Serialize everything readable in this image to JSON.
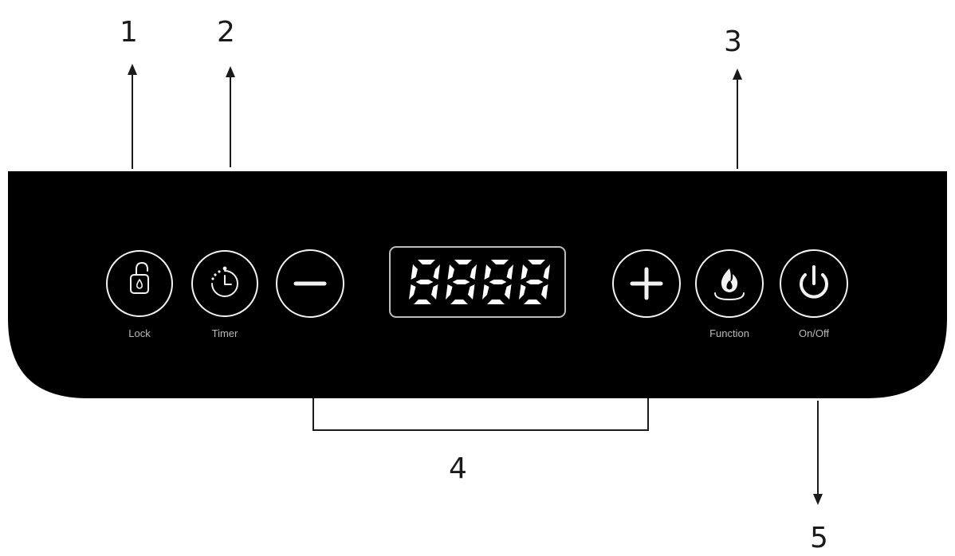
{
  "callouts": [
    "1",
    "2",
    "3",
    "4",
    "5"
  ],
  "panel": {
    "color": "#000000",
    "buttons": {
      "lock": {
        "label": "Lock",
        "icon": "unlock-icon"
      },
      "timer": {
        "label": "Timer",
        "icon": "timer-icon"
      },
      "minus": {
        "label": "",
        "icon": "minus-icon"
      },
      "plus": {
        "label": "",
        "icon": "plus-icon"
      },
      "function": {
        "label": "Function",
        "icon": "flame-icon"
      },
      "power": {
        "label": "On/Off",
        "icon": "power-icon"
      }
    },
    "display": {
      "digits": "8888",
      "segment_color": "#ffffff"
    }
  }
}
